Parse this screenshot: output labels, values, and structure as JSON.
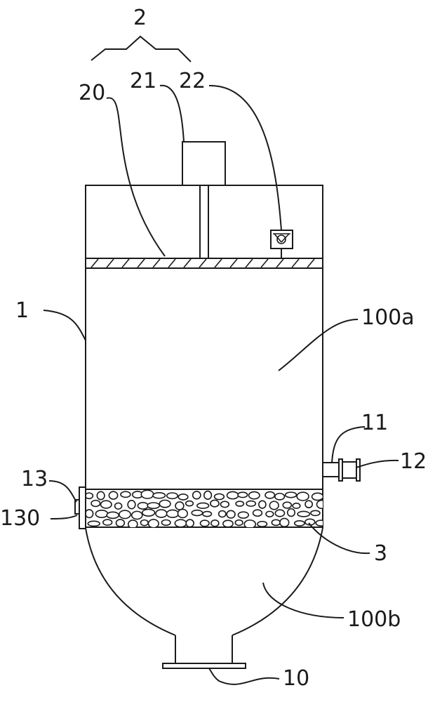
{
  "labels": {
    "l2": "2",
    "l20": "20",
    "l21": "21",
    "l22": "22",
    "l1": "1",
    "l100a": "100a",
    "l11": "11",
    "l12": "12",
    "l13": "13",
    "l130": "130",
    "l3": "3",
    "l100b": "100b",
    "l10": "10"
  }
}
